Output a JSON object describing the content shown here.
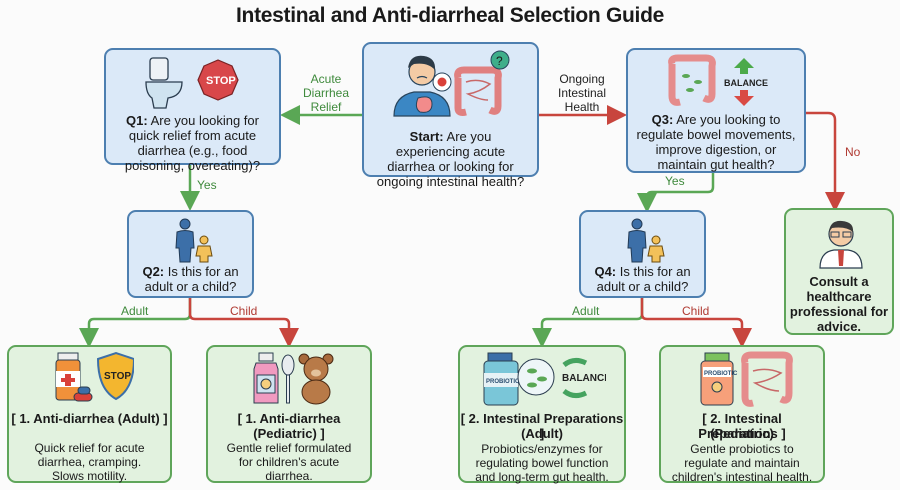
{
  "title": "Intestinal and Anti-diarrheal Selection Guide",
  "colors": {
    "question_fill": "#dbe9f8",
    "question_border": "#4d7fb0",
    "result_fill": "#e2f2df",
    "result_border": "#5fa55a",
    "yes_arrow": "#5aa755",
    "no_arrow": "#c8453d"
  },
  "nodes": {
    "start": {
      "prefix": "Start:",
      "text": " Are you experiencing acute diarrhea or looking for ongoing intestinal health?",
      "icons": [
        "sick-person-icon",
        "stomach-icon",
        "intestine-question-icon"
      ]
    },
    "q1": {
      "prefix": "Q1:",
      "text": " Are you looking for quick relief from acute diarrhea (e.g., food poisoning, overeating)?",
      "icons": [
        "toilet-icon",
        "stop-sign-icon"
      ],
      "stop_text": "STOP"
    },
    "q2": {
      "prefix": "Q2:",
      "text": " Is this for an adult or a child?",
      "icons": [
        "adult-child-icon"
      ]
    },
    "q3": {
      "prefix": "Q3:",
      "text": " Are you looking to regulate bowel movements, improve digestion, or maintain gut health?",
      "icons": [
        "intestine-bacteria-icon",
        "balance-arrows-icon"
      ],
      "balance_text": "BALANCE"
    },
    "q4": {
      "prefix": "Q4:",
      "text": " Is this for an adult or a child?",
      "icons": [
        "adult-child-icon"
      ]
    },
    "consult": {
      "text": "Consult a healthcare professional for advice.",
      "icons": [
        "doctor-icon"
      ]
    }
  },
  "results": [
    {
      "title": "[ 1. Anti-diarrhea (Adult) ]",
      "desc": "Quick relief for acute diarrhea, cramping. Slows motility.",
      "icons": [
        "medicine-bottle-icon",
        "stop-shield-icon",
        "pills-icon"
      ],
      "badge": "STOP"
    },
    {
      "title": "[ 1. Anti-diarrhea (Pediatric) ]",
      "desc": "Gentle relief formulated for children's acute diarrhea.",
      "icons": [
        "syrup-bottle-icon",
        "spoon-icon",
        "teddy-bear-icon"
      ]
    },
    {
      "title": "[ 2. Intestinal Preparations ]",
      "subtitle": "(Adult)",
      "desc": "Probiotics/enzymes for regulating bowel function and long-term gut health.",
      "icons": [
        "probiotic-bottle-icon",
        "bacteria-bubble-icon",
        "balance-arrows-icon"
      ],
      "bottle_label": "PROBIOTIC",
      "balance_text": "BALANCE"
    },
    {
      "title": "[ 2. Intestinal Preparations ]",
      "subtitle": "(Pediatric)",
      "desc": "Gentle probiotics to regulate and maintain children's intestinal health.",
      "icons": [
        "kids-probiotic-bottle-icon",
        "intestine-icon"
      ],
      "bottle_label": "PROBIOTIC"
    }
  ],
  "edges": {
    "start_to_q1": "Acute Diarrhea Relief",
    "start_to_q3": "Ongoing Intestinal Health",
    "q1_yes": "Yes",
    "q3_yes": "Yes",
    "q3_no": "No",
    "q2_adult": "Adult",
    "q2_child": "Child",
    "q4_adult": "Adult",
    "q4_child": "Child"
  }
}
